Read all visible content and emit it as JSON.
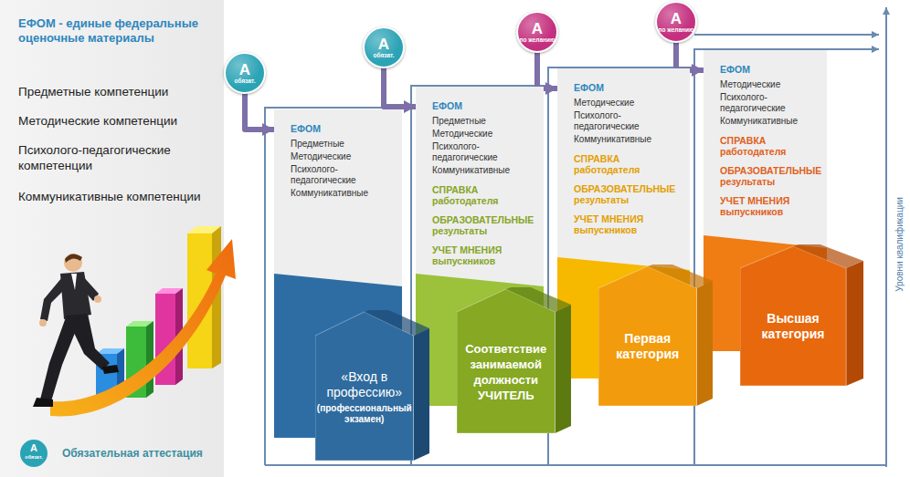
{
  "diagram": {
    "nodes": [
      {
        "text": [
          "ЕФОМ - единые федеральные оценочные материалы",
          "Предметные компетенции",
          "Методические компетенции",
          "Психолого-педагогические компетенции",
          "Коммуникативные компетенции"
        ]
      },
      {
        "text": [
          "А",
          "обязат."
        ]
      },
      {
        "text": [
          "ЕФОМ",
          "Предметные",
          "Методические",
          "Психолого-педагогические",
          "Коммуникативные"
        ]
      },
      {
        "text": [
          "«Вход в профессию»",
          "(профессиональный экзамен)"
        ]
      },
      {
        "text": [
          "А",
          "обязат."
        ]
      },
      {
        "text": [
          "ЕФОМ",
          "Предметные",
          "Методические",
          "Психолого-педагогические",
          "Коммуникативные",
          "СПРАВКА работодателя",
          "ОБРАЗОВАТЕЛЬНЫЕ результаты",
          "УЧЕТ МНЕНИЯ выпускников"
        ]
      },
      {
        "text": [
          "Соответствие занимаемой должности УЧИТЕЛЬ"
        ]
      },
      {
        "text": [
          "А",
          "по желанию"
        ]
      },
      {
        "text": [
          "ЕФОМ",
          "Методические",
          "Психолого-педагогические",
          "Коммуникативные",
          "СПРАВКА работодателя",
          "ОБРАЗОВАТЕЛЬНЫЕ результаты",
          "УЧЕТ МНЕНИЯ выпускников"
        ]
      },
      {
        "text": [
          "Первая категория"
        ]
      },
      {
        "text": [
          "А",
          "по желанию"
        ]
      },
      {
        "text": [
          "ЕФОМ",
          "Методические",
          "Психолого-педагогические",
          "Коммуникативные",
          "СПРАВКА работодателя",
          "ОБРАЗОВАТЕЛЬНЫЕ результаты",
          "УЧЕТ МНЕНИЯ выпускников"
        ]
      },
      {
        "text": [
          "Высшая категория"
        ]
      }
    ],
    "edges": [
      {
        "from": 1,
        "to": 2,
        "arrow": "to"
      },
      {
        "from": 4,
        "to": 5,
        "arrow": "to"
      },
      {
        "from": 7,
        "to": 8,
        "arrow": "to"
      },
      {
        "from": 10,
        "to": 11,
        "arrow": "to"
      }
    ],
    "labels": [
      "А",
      "обязат.",
      "Уровни квалификации"
    ],
    "legend": [
      {
        "text": "Обязательная аттестация"
      }
    ]
  }
}
